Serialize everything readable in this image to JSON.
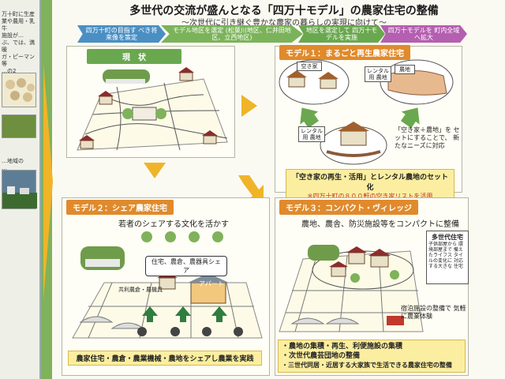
{
  "left_panel": {
    "text_top": [
      "万十町に生産",
      "業や農用・乳牛",
      "施設が…",
      "ぶ、では、満暖",
      "ガ・ピーマン等",
      "…の2"
    ],
    "text_mid": [
      "…地域の",
      "…"
    ]
  },
  "header": {
    "title": "多世代の交流が盛んとなる「四万十モデル」の農家住宅の整備",
    "subtitle": "〜次世代に引き継ぐ豊かな農家の暮らしの実現に向けて〜"
  },
  "steps": [
    {
      "text": "四万十町の目指す べき将来像を策定",
      "color": "#4a8fc4"
    },
    {
      "text": "モデル地区を選定 (松葉川地区、仁井田地区、立西地区)",
      "color": "#7bb35a"
    },
    {
      "text": "地区を選定して 四万十モデルを実施",
      "color": "#6aa84f"
    },
    {
      "text": "四万十モデルを 町内全域へ拡大",
      "color": "#b45fb0"
    }
  ],
  "current": {
    "label": "現　状"
  },
  "model1": {
    "label": "モデル１：まるごと再生農家住宅",
    "vacant_house": "空き家",
    "farmland": "農地",
    "rental_farmland": "レンタル用 農地",
    "rental_farmland2": "レンタル用 農地",
    "set_text": "「空き家＋農地」を セットにすることで、 新たなニーズに対応",
    "yellow_main": "「空き家の再生・活用」とレンタル農地のセット化",
    "yellow_sub": "※四万十町の８００軒の空き家リストを活用"
  },
  "model2": {
    "label": "モデル２：シェア農家住宅",
    "caption": "若者のシェアする文化を活かす",
    "share_tag": "住宅、農倉、農器具シェア",
    "apartment": "アパート",
    "shared_use": "共利農倉・農機具",
    "bottom": "農家住宅・農倉・農業機械・農地をシェアし農業を実践"
  },
  "model3": {
    "label": "モデル３：コンパクト・ヴィレッジ",
    "caption": "農地、農舎、防災施設等をコンパクトに整備",
    "multi_title": "多世代住宅",
    "multi_text": "子供部屋から 環境部屋まで 備えたライフス タイルの変化に 対応する大きな 住宅",
    "lodging": "宿泊施設の整備で 気軽に農業体験",
    "bullets": [
      "・農地の集積・再生、利便施設の集積",
      "・次世代農芸団地の整備",
      "・三世代同居・近居する大家族で生活できる農家住宅の整備"
    ]
  },
  "colors": {
    "green": "#6aa84f",
    "orange": "#e08a2c",
    "yellow": "#fbeea0",
    "arrow": "#f0b428"
  }
}
